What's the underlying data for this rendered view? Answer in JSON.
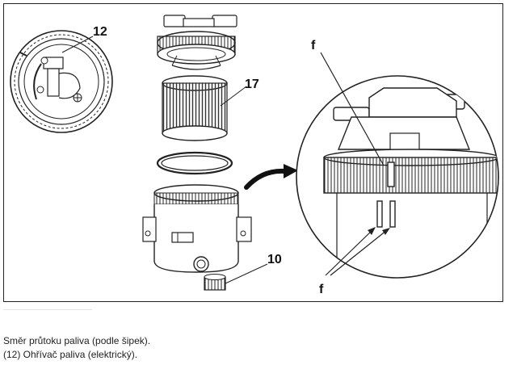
{
  "figure": {
    "callouts": {
      "heater": "12",
      "filter_element": "17",
      "drain_plug": "10",
      "mark_top": "f",
      "mark_bottom": "f"
    }
  },
  "caption": {
    "line1": "Směr průtoku paliva (podle šipek).",
    "line2": "(12) Ohřívač paliva (elektrický)."
  }
}
